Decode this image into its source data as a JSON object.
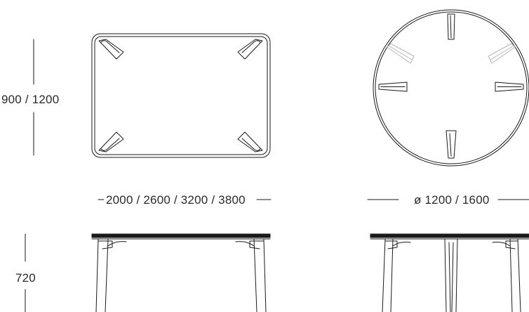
{
  "dimensions": {
    "rect_top_height": "900 / 1200",
    "rect_width": "2000 / 2600 / 3200 / 3800",
    "round_diameter": "ø 1200 / 1600",
    "table_height": "720"
  },
  "colors": {
    "line": "#1a1a1a",
    "ghost_leg": "#b5b5b5"
  }
}
